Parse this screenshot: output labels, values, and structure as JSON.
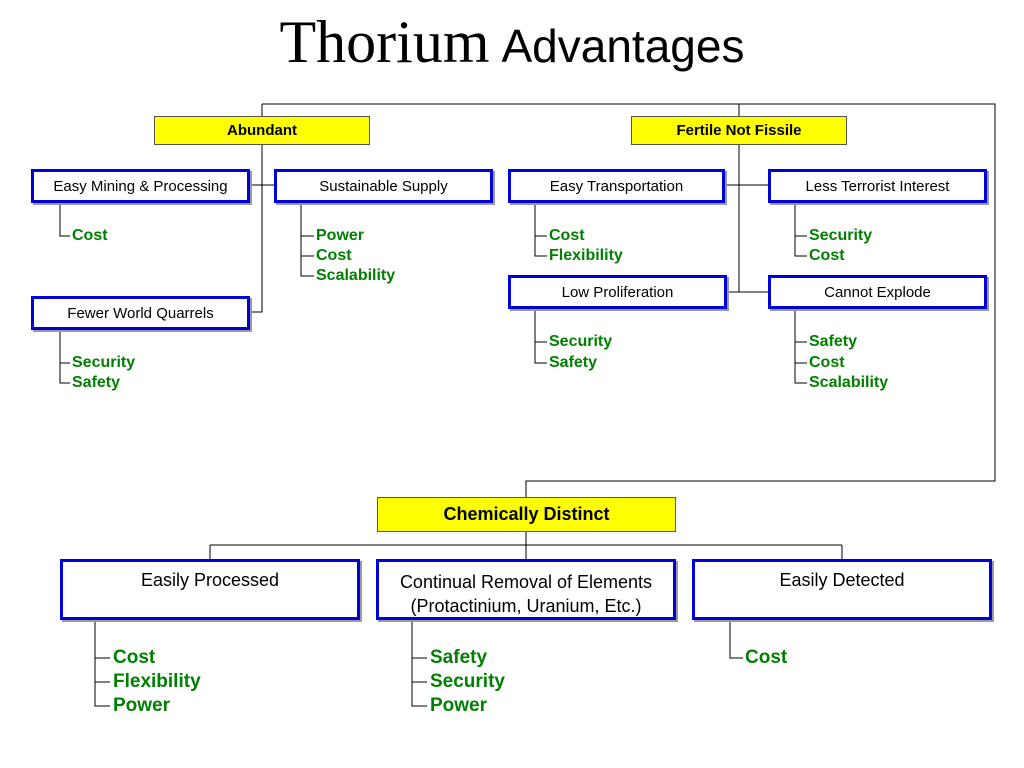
{
  "title": {
    "serif_part": "Thorium",
    "sans_part": "Advantages"
  },
  "abundant": {
    "label": "Abundant",
    "easy_mining": {
      "label": "Easy Mining & Processing",
      "benefits": [
        "Cost"
      ]
    },
    "sustainable_supply": {
      "label": "Sustainable Supply",
      "benefits": [
        "Power",
        "Cost",
        "Scalability"
      ]
    },
    "fewer_quarrels": {
      "label": "Fewer World Quarrels",
      "benefits": [
        "Security",
        "Safety"
      ]
    }
  },
  "fertile": {
    "label": "Fertile Not Fissile",
    "easy_transport": {
      "label": "Easy Transportation",
      "benefits": [
        "Cost",
        "Flexibility"
      ]
    },
    "less_terrorist": {
      "label": "Less Terrorist Interest",
      "benefits": [
        "Security",
        "Cost"
      ]
    },
    "low_proliferation": {
      "label": "Low Proliferation",
      "benefits": [
        "Security",
        "Safety"
      ]
    },
    "cannot_explode": {
      "label": "Cannot Explode",
      "benefits": [
        "Safety",
        "Cost",
        "Scalability"
      ]
    }
  },
  "chemical": {
    "label": "Chemically Distinct",
    "easily_processed": {
      "label": "Easily Processed",
      "benefits": [
        "Cost",
        "Flexibility",
        "Power"
      ]
    },
    "continual_removal": {
      "label": "Continual Removal of Elements\n(Protactinium, Uranium, Etc.)",
      "benefits": [
        "Safety",
        "Security",
        "Power"
      ]
    },
    "easily_detected": {
      "label": "Easily Detected",
      "benefits": [
        "Cost"
      ]
    }
  },
  "colors": {
    "category_fill": "#ffff00",
    "box_border": "#0000dd",
    "benefit_text": "#008000"
  }
}
